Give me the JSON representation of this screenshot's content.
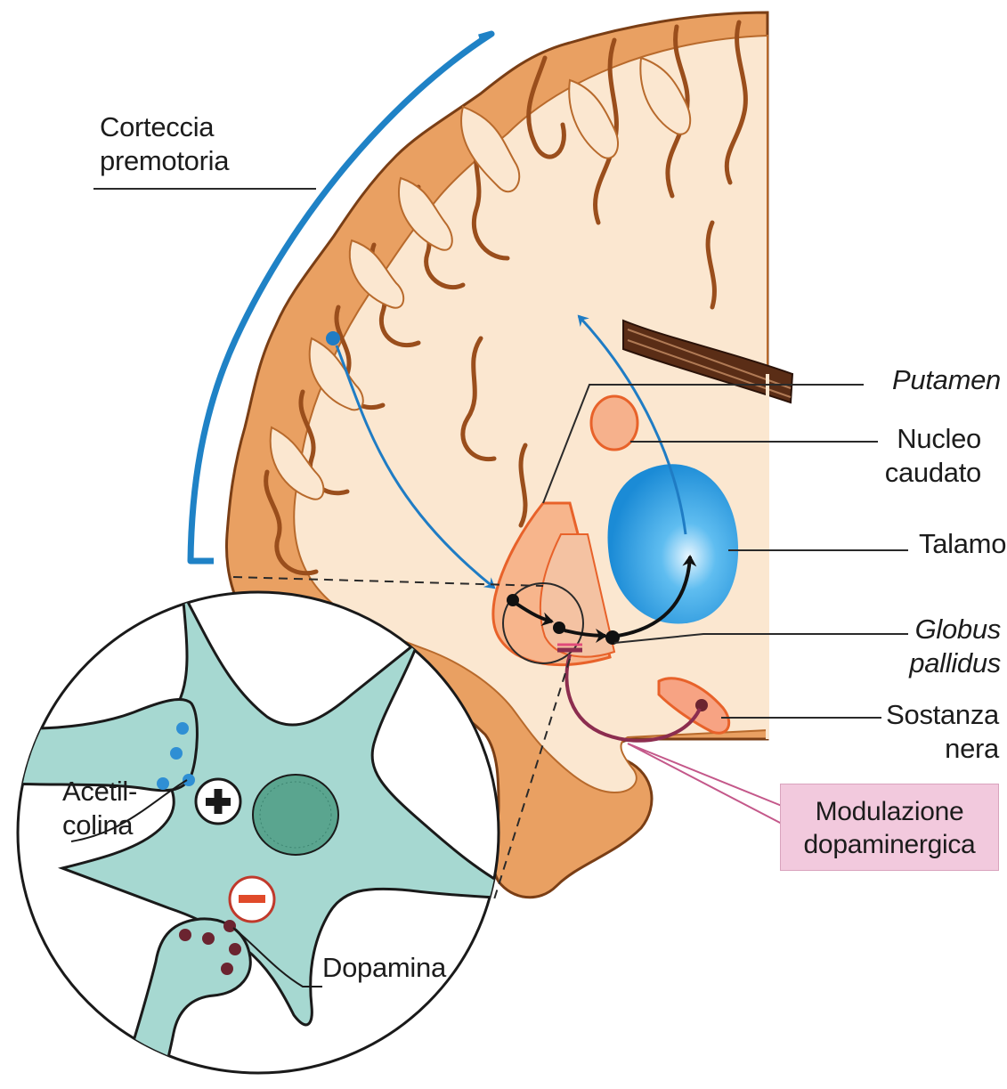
{
  "labels": {
    "premotor_cortex": [
      "Corteccia",
      "premotoria"
    ],
    "putamen": "Putamen",
    "caudate": [
      "Nucleo",
      "caudato"
    ],
    "thalamus": "Talamo",
    "globus_pallidus": [
      "Globus",
      "pallidus"
    ],
    "substantia_nigra": [
      "Sostanza",
      "nera"
    ],
    "dopaminergic_modulation": [
      "Modulazione",
      "dopaminergica"
    ],
    "acetylcholine": [
      "Acetil-",
      "colina"
    ],
    "dopamine": "Dopamina"
  },
  "symbols": {
    "excitatory": "plus-icon",
    "inhibitory": "minus-icon"
  },
  "colors": {
    "cortex_gray_matter": "#e9a062",
    "white_matter": "#fbe7d0",
    "cortex_bracket": "#1f82c6",
    "thalamus": "#2f9fe0",
    "pathway_arrow": "#1f7cc4",
    "neuron": "#a6d8d1",
    "acetylcholine_vesicle": "#2f8fd4",
    "dopamine_vesicle": "#6b2430",
    "modulation_box": "#f2c9dd",
    "inhibitory_sign": "#e04a2a"
  }
}
